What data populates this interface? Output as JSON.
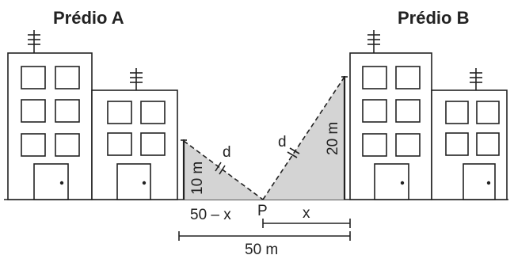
{
  "building_a": {
    "title": "Prédio A"
  },
  "building_b": {
    "title": "Prédio B"
  },
  "labels": {
    "d_left": "d",
    "d_right": "d",
    "height_a": "10 m",
    "height_b": "20 m",
    "point": "P",
    "left_segment": "50 – x",
    "right_segment": "x",
    "total": "50 m"
  },
  "colors": {
    "shade": "#d4d4d4",
    "ink": "#222222"
  }
}
